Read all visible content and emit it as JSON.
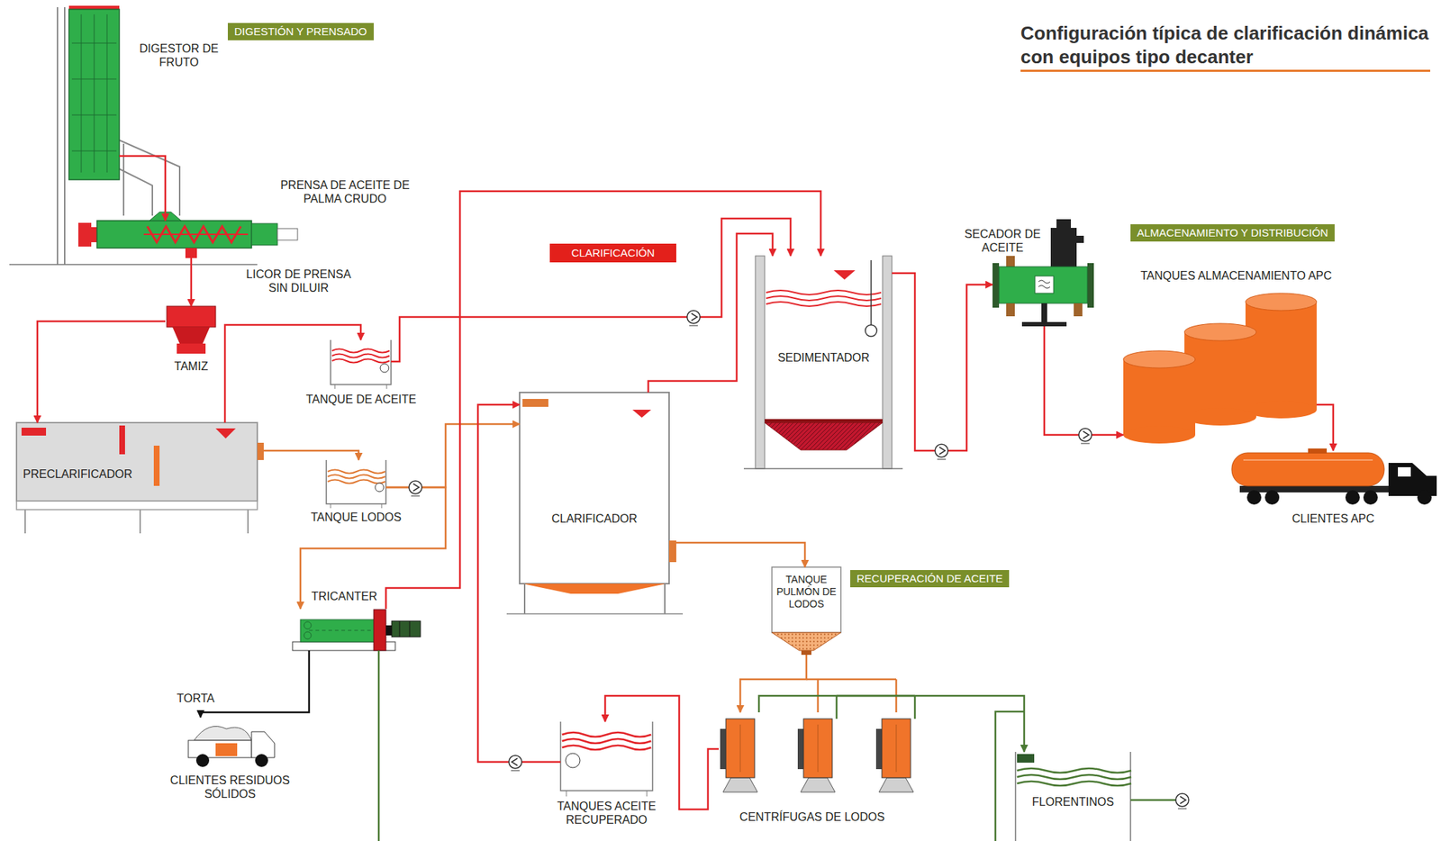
{
  "diagram": {
    "title": "Configuración típica de clarificación dinámica con equipos tipo decanter",
    "nodes": [
      {
        "text": [
          "DIGESTIÓN Y PRENSADO"
        ]
      },
      {
        "text": [
          "DIGESTOR DE FRUTO"
        ]
      },
      {
        "text": [
          "PRENSA DE ACEITE DE PALMA CRUDO"
        ]
      },
      {
        "text": [
          "TAMIZ"
        ]
      },
      {
        "text": [
          "PRECLARIFICADOR"
        ]
      },
      {
        "text": [
          "TANQUE DE ACEITE"
        ]
      },
      {
        "text": [
          "TANQUE LODOS"
        ]
      },
      {
        "text": [
          "CLARIFICACIÓN"
        ]
      },
      {
        "text": [
          "SEDIMENTADOR"
        ]
      },
      {
        "text": [
          "CLARIFICADOR"
        ]
      },
      {
        "text": [
          "TRICANTER"
        ]
      },
      {
        "text": [
          "CLIENTES RESIDUOS SÓLIDOS"
        ]
      },
      {
        "text": [
          "SECADOR DE ACEITE"
        ]
      },
      {
        "text": [
          "ALMACENAMIENTO Y DISTRIBUCIÓN"
        ]
      },
      {
        "text": [
          "TANQUES ALMACENAMIENTO APC"
        ]
      },
      {
        "text": [
          "CLIENTES APC"
        ]
      },
      {
        "text": [
          "TANQUE PULMÓN DE LODOS"
        ]
      },
      {
        "text": [
          "RECUPERACIÓN DE ACEITE"
        ]
      },
      {
        "text": [
          "CENTRÍFUGAS DE LODOS"
        ]
      },
      {
        "text": [
          "TANQUES ACEITE RECUPERADO"
        ]
      },
      {
        "text": [
          "FLORENTINOS"
        ]
      }
    ],
    "edges": [
      {
        "from": 1,
        "to": 2,
        "arrow": "to"
      },
      {
        "from": 2,
        "to": 3,
        "arrow": "to"
      },
      {
        "from": 3,
        "to": 4,
        "arrow": "to"
      },
      {
        "from": 4,
        "to": 5,
        "arrow": "to"
      },
      {
        "from": 4,
        "to": 6,
        "arrow": "to"
      },
      {
        "from": 5,
        "to": 8,
        "arrow": "to"
      },
      {
        "from": 6,
        "to": 9,
        "arrow": "to"
      },
      {
        "from": 6,
        "to": 10,
        "arrow": "to"
      },
      {
        "from": 10,
        "to": 8,
        "arrow": "to"
      },
      {
        "from": 10,
        "to": 11,
        "label": "TORTA",
        "arrow": "to"
      },
      {
        "from": 9,
        "to": 8,
        "arrow": "to"
      },
      {
        "from": 8,
        "to": 12,
        "arrow": "to"
      },
      {
        "from": 12,
        "to": 14,
        "arrow": "to"
      },
      {
        "from": 14,
        "to": 15,
        "arrow": "to"
      },
      {
        "from": 9,
        "to": 16,
        "arrow": "to"
      },
      {
        "from": 16,
        "to": 18,
        "arrow": "to"
      },
      {
        "from": 18,
        "to": 19,
        "arrow": "to"
      },
      {
        "from": 19,
        "to": 9,
        "arrow": "to"
      },
      {
        "from": 18,
        "to": 20,
        "arrow": "to"
      }
    ],
    "labels": [
      "LICOR DE PRENSA SIN DILUIR"
    ]
  }
}
